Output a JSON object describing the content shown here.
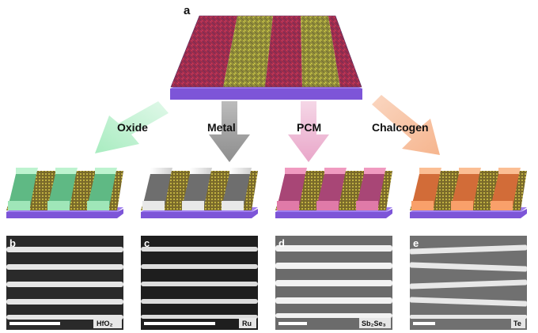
{
  "top_panel": {
    "label": "a"
  },
  "arrows": [
    {
      "label": "Oxide",
      "color": "#a8ecc0"
    },
    {
      "label": "Metal",
      "color": "#8f8f8f"
    },
    {
      "label": "PCM",
      "color": "#e9a6c9"
    },
    {
      "label": "Chalcogen",
      "color": "#f6b58e"
    }
  ],
  "devices": [
    {
      "material": "Oxide",
      "top": "#9fe6b8",
      "side": "#5fb984"
    },
    {
      "material": "Metal",
      "top": "#f2f2f2",
      "side": "#8a8a8a"
    },
    {
      "material": "PCM",
      "top": "#e07aa8",
      "side": "#a84676"
    },
    {
      "material": "Chalcogen",
      "top": "#f9a06a",
      "side": "#d26c38"
    }
  ],
  "sem_panels": [
    {
      "label": "b",
      "material_label": "HfO₂"
    },
    {
      "label": "c",
      "material_label": "Ru"
    },
    {
      "label": "d",
      "material_label": "Sb₂Se₃"
    },
    {
      "label": "e",
      "material_label": "Te"
    }
  ],
  "colors": {
    "substrate": "#8a63e0",
    "atom_red": "#d8324a",
    "atom_yellow": "#d8d84a"
  }
}
